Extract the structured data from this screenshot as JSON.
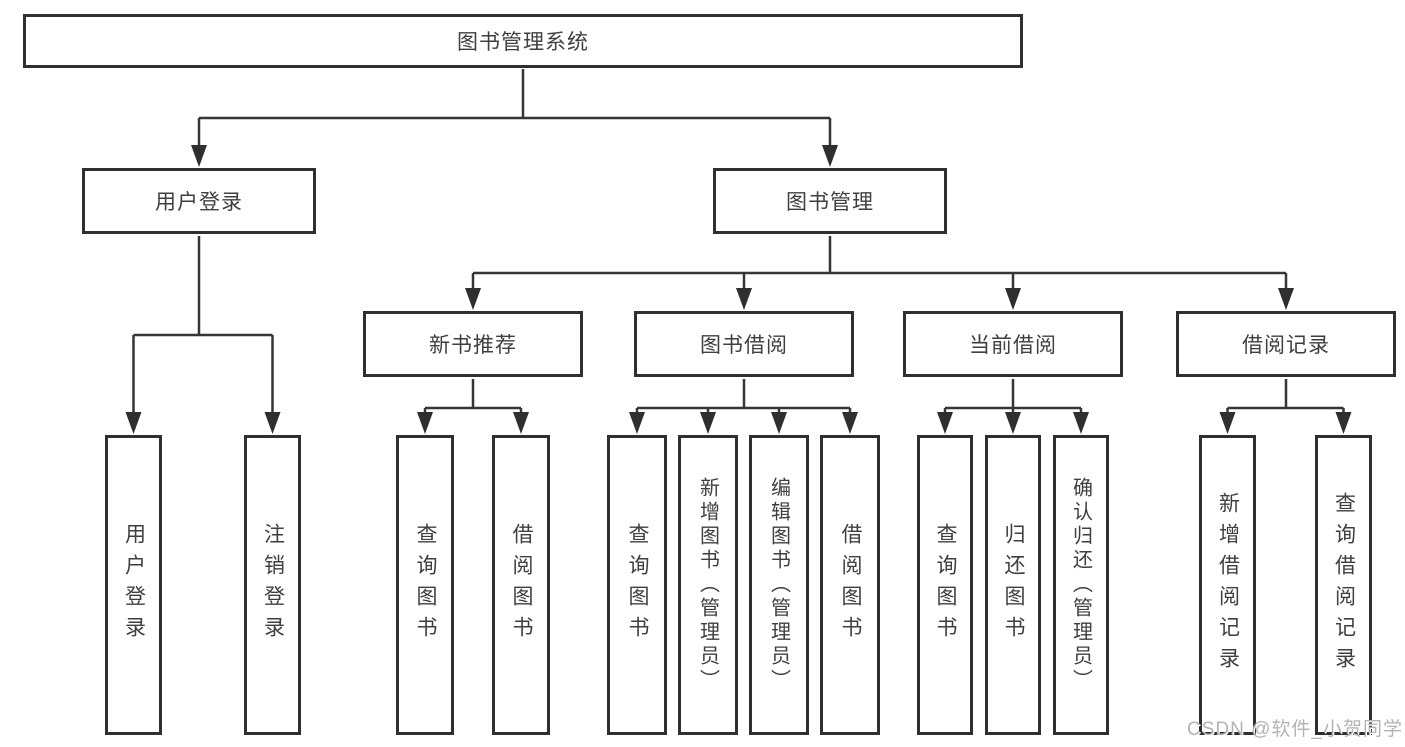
{
  "diagram": {
    "root": "图书管理系统",
    "level2": [
      "用户登录",
      "图书管理"
    ],
    "level3": [
      "新书推荐",
      "图书借阅",
      "当前借阅",
      "借阅记录"
    ],
    "leaves": {
      "user_login": [
        "用户登录",
        "注销登录"
      ],
      "new_book_recommend": [
        "查询图书",
        "借阅图书"
      ],
      "book_borrow": [
        "查询图书",
        "新增图书（管理员）",
        "编辑图书（管理员）",
        "借阅图书"
      ],
      "current_borrow": [
        "查询图书",
        "归还图书",
        "确认归还（管理员）"
      ],
      "borrow_records": [
        "新增借阅记录",
        "查询借阅记录"
      ]
    }
  },
  "watermark": "CSDN @软件_小贺同学",
  "colors": {
    "line": "#363636",
    "box_border": "#2f2f2f",
    "text": "#3f3f3f",
    "watermark_text": "#b3b3b3",
    "background": "#ffffff"
  }
}
